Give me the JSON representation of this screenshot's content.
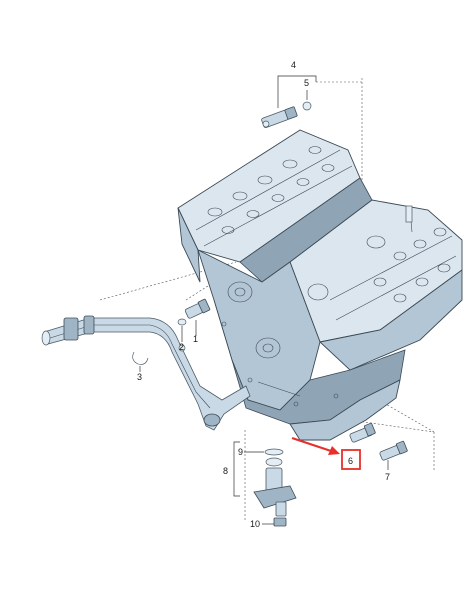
{
  "diagram": {
    "callouts": {
      "c1": "1",
      "c2": "2",
      "c3": "3",
      "c4": "4",
      "c5": "5",
      "c6": "6",
      "c7": "7",
      "c8": "8",
      "c9": "9",
      "c10": "10"
    },
    "colors": {
      "highlight": "#e8302a",
      "arrow": "#e8302a",
      "part_fill": "#c9d9e6",
      "outline": "#3c4a55"
    }
  }
}
